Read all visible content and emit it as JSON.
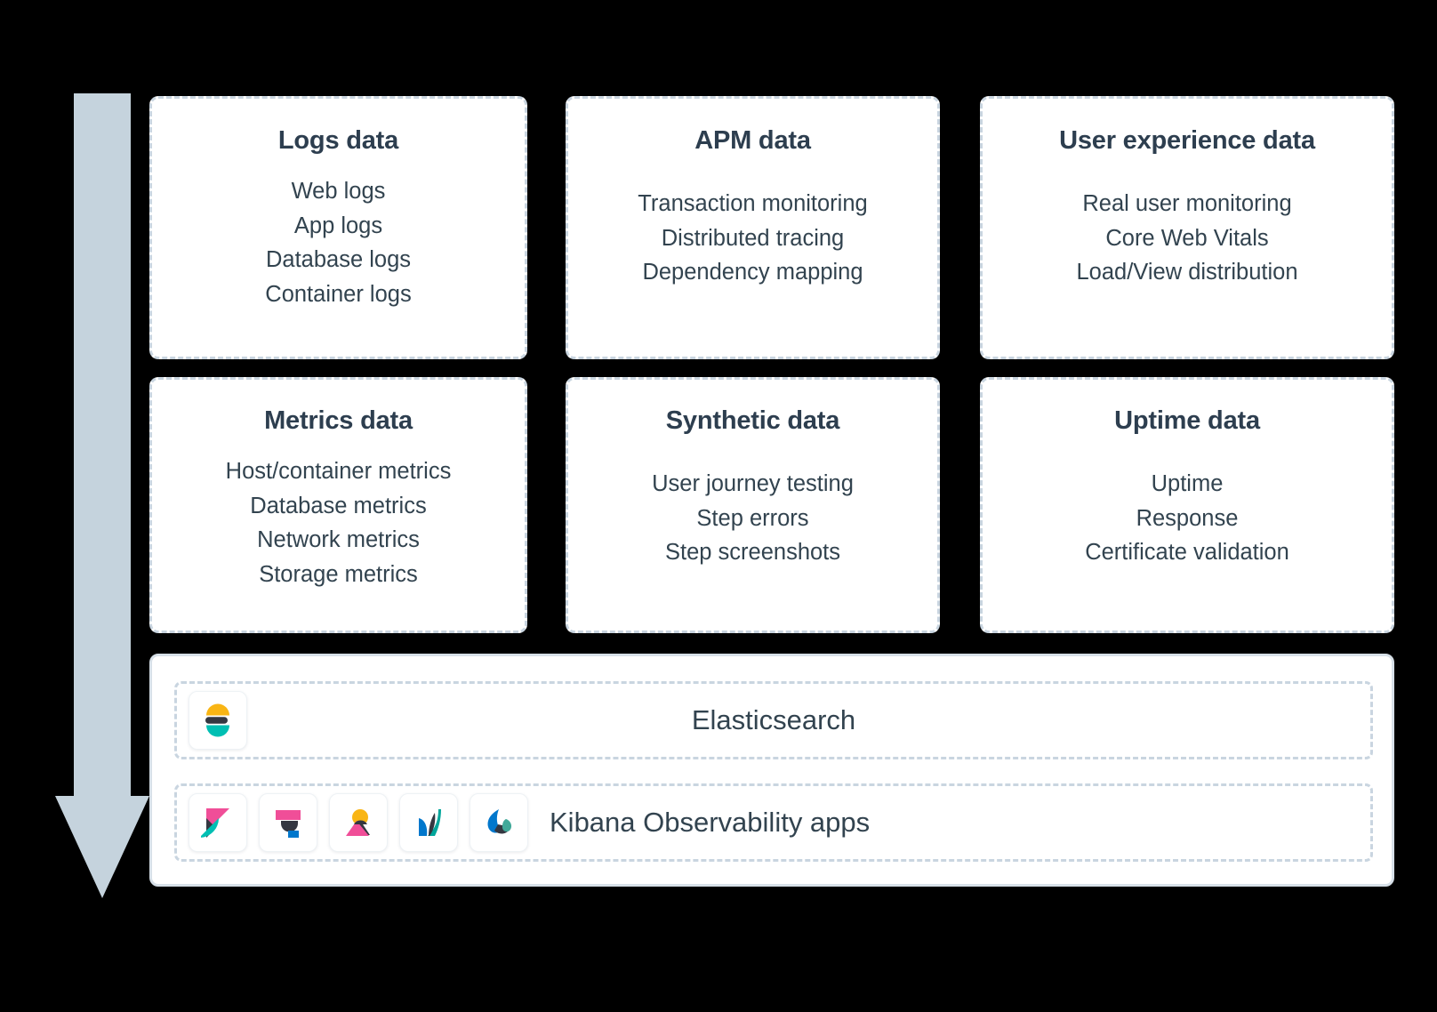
{
  "diagram": {
    "flow_arrow": {
      "direction": "down",
      "color": "#c5d3dd"
    },
    "colors": {
      "card_border": "#c9d5e0",
      "card_background": "#ffffff",
      "heading": "#2d3e4f",
      "body_text": "#32434f",
      "panel_border": "#d7e0e8",
      "elastic_yellow": "#f9b514",
      "elastic_teal": "#00bfb3",
      "elastic_dark": "#343741",
      "elastic_pink": "#f04e98",
      "elastic_blue": "#0077cc",
      "elastic_green": "#00a69b"
    },
    "cards": [
      {
        "title": "Logs data",
        "items": [
          "Web logs",
          "App logs",
          "Database logs",
          "Container logs"
        ]
      },
      {
        "title": "APM data",
        "items": [
          "Transaction monitoring",
          "Distributed tracing",
          "Dependency mapping"
        ]
      },
      {
        "title": "User experience data",
        "items": [
          "Real user monitoring",
          "Core Web Vitals",
          "Load/View distribution"
        ]
      },
      {
        "title": "Metrics data",
        "items": [
          "Host/container metrics",
          "Database metrics",
          "Network metrics",
          "Storage metrics"
        ]
      },
      {
        "title": "Synthetic data",
        "items": [
          "User journey testing",
          "Step errors",
          "Step screenshots"
        ]
      },
      {
        "title": "Uptime data",
        "items": [
          "Uptime",
          "Response",
          "Certificate validation"
        ]
      }
    ],
    "stack": {
      "elasticsearch": {
        "label": "Elasticsearch",
        "icon": "elasticsearch-icon"
      },
      "kibana_apps": {
        "label": "Kibana Observability apps",
        "icons": [
          "kibana-icon",
          "logs-app-icon",
          "metrics-app-icon",
          "apm-app-icon",
          "uptime-app-icon"
        ]
      }
    }
  }
}
